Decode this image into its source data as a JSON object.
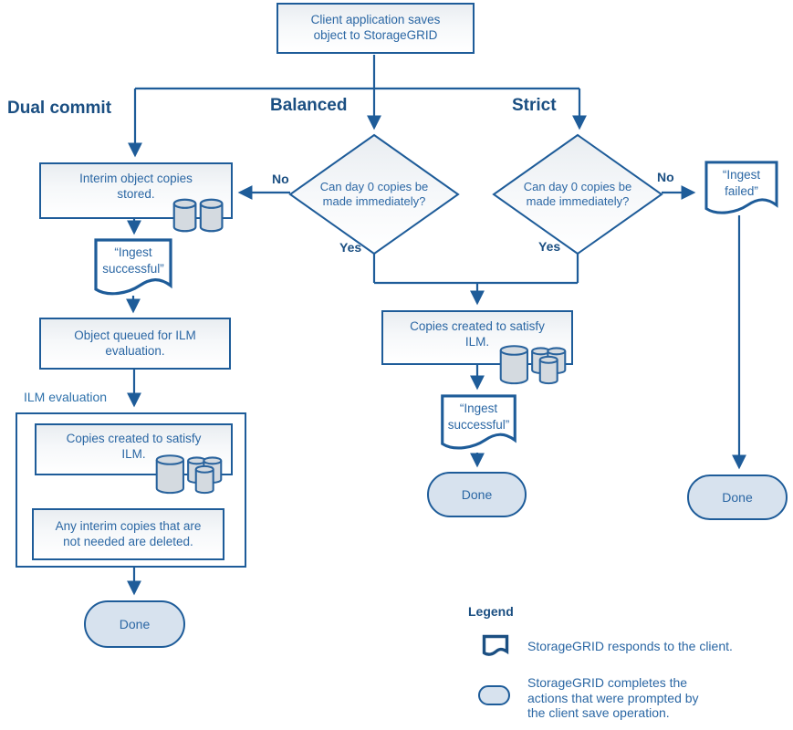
{
  "colors": {
    "line_blue": "#1e5c99",
    "heading_blue": "#1b4f82",
    "body_blue": "#2b67a4",
    "oval_fill": "#d7e2ee",
    "cylinder_fill": "#d4dae0"
  },
  "flow": {
    "start": "Client application saves\nobject to StorageGRID",
    "branches": {
      "dual_commit": "Dual commit",
      "balanced": "Balanced",
      "strict": "Strict"
    },
    "decisions": {
      "balanced": "Can day 0 copies be\nmade immediately?",
      "strict": "Can day 0 copies be\nmade immediately?"
    },
    "edge_labels": {
      "balanced_no": "No",
      "balanced_yes": "Yes",
      "strict_no": "No",
      "strict_yes": "Yes"
    },
    "dual_commit_path": {
      "interim_copies": "Interim object copies\nstored.",
      "ingest_successful": "“Ingest\nsuccessful”",
      "object_queued": "Object queued for ILM\nevaluation.",
      "ilm_evaluation_label": "ILM evaluation",
      "copies_created": "Copies created to satisfy\nILM.",
      "interim_deleted": "Any interim copies that are\nnot needed are deleted.",
      "done": "Done"
    },
    "balanced_strict_path": {
      "copies_created": "Copies created to satisfy\nILM.",
      "ingest_successful": "“Ingest\nsuccessful”",
      "done": "Done"
    },
    "strict_fail_path": {
      "ingest_failed": "“Ingest\nfailed”",
      "done": "Done"
    }
  },
  "legend": {
    "title": "Legend",
    "items": [
      {
        "icon": "document-icon",
        "text": "StorageGRID responds to the client."
      },
      {
        "icon": "rounded-rectangle-icon",
        "text": "StorageGRID completes the\nactions that were prompted by\nthe client save operation."
      }
    ]
  }
}
